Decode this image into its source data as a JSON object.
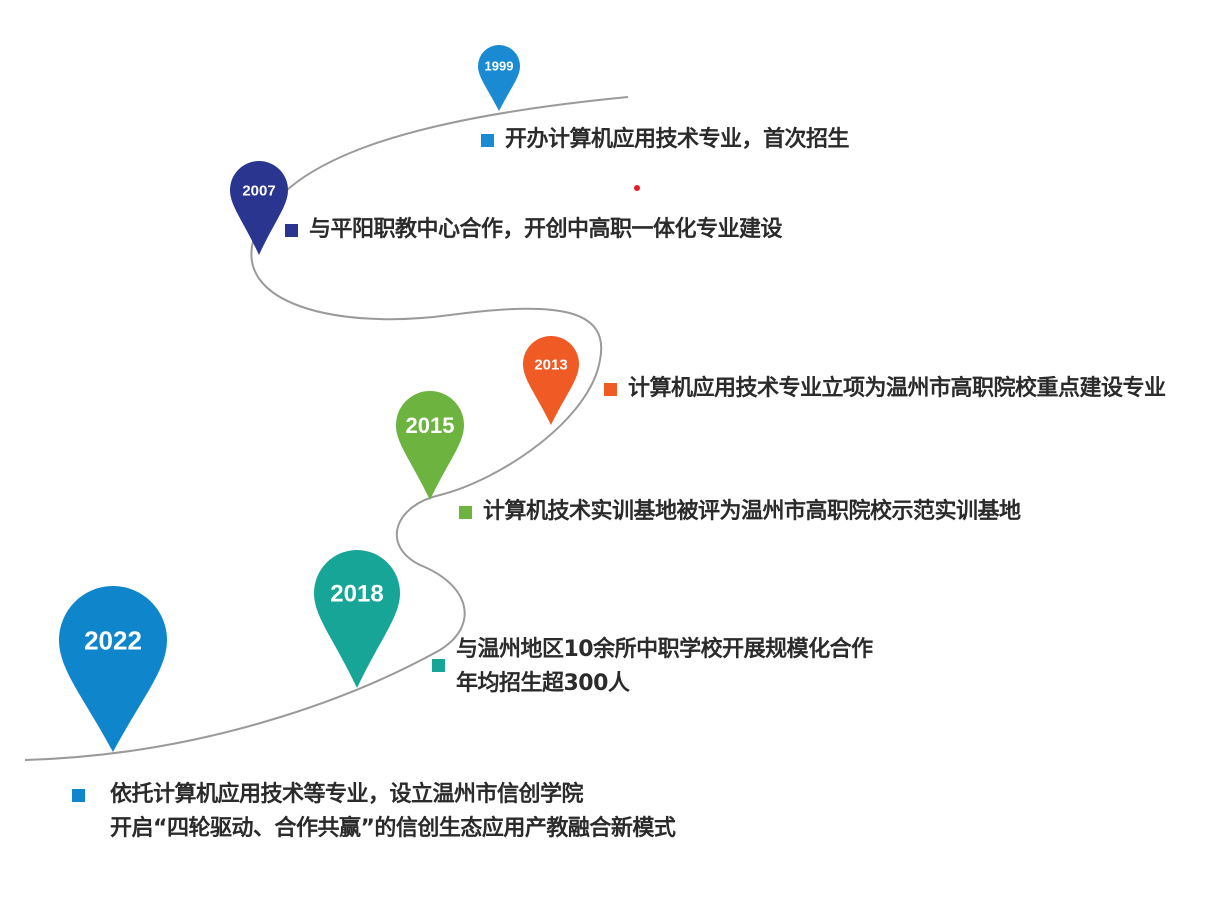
{
  "milestones": [
    {
      "year": "1999",
      "color": "#1a8bd2",
      "text": [
        "开办计算机应用技术专业，首次招生"
      ]
    },
    {
      "year": "2007",
      "color": "#2a3590",
      "text": [
        "与平阳职教中心合作，开创中高职一体化专业建设"
      ]
    },
    {
      "year": "2013",
      "color": "#f05a24",
      "text": [
        "计算机应用技术专业立项为温州市高职院校重点建设专业"
      ]
    },
    {
      "year": "2015",
      "color": "#6cb43f",
      "text": [
        "计算机技术实训基地被评为温州市高职院校示范实训基地"
      ]
    },
    {
      "year": "2018",
      "color": "#17a597",
      "text": [
        "与温州地区10余所中职学校开展规模化合作",
        "年均招生超300人"
      ]
    },
    {
      "year": "2022",
      "color": "#0f86cc",
      "text": [
        "依托计算机应用技术等专业，设立温州市信创学院",
        "开启“四轮驱动、合作共赢”的信创生态应用产教融合新模式"
      ]
    }
  ],
  "path_color": "#9a9a9a"
}
